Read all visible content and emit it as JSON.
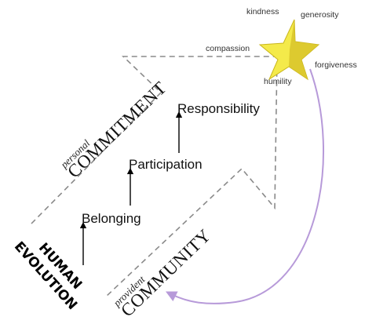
{
  "steps": {
    "belonging": "Belonging",
    "participation": "Participation",
    "responsibility": "Responsibility"
  },
  "star": {
    "kindness": "kindness",
    "generosity": "generosity",
    "compassion": "compassion",
    "forgiveness": "forgiveness",
    "humility": "humility"
  },
  "commitment": {
    "qualifier": "personal",
    "word": "COMMITMENT"
  },
  "community": {
    "qualifier": "provident",
    "word": "COMMUNITY"
  },
  "human_evolution": {
    "line1": "HUMAN",
    "line2": "EVOLUTION"
  },
  "colors": {
    "dashed_outline": "#8a8a8a",
    "arrows": "#000000",
    "return_curve": "#b79ad9",
    "star_light": "#f4ea4a",
    "star_dark": "#c9b51c"
  }
}
